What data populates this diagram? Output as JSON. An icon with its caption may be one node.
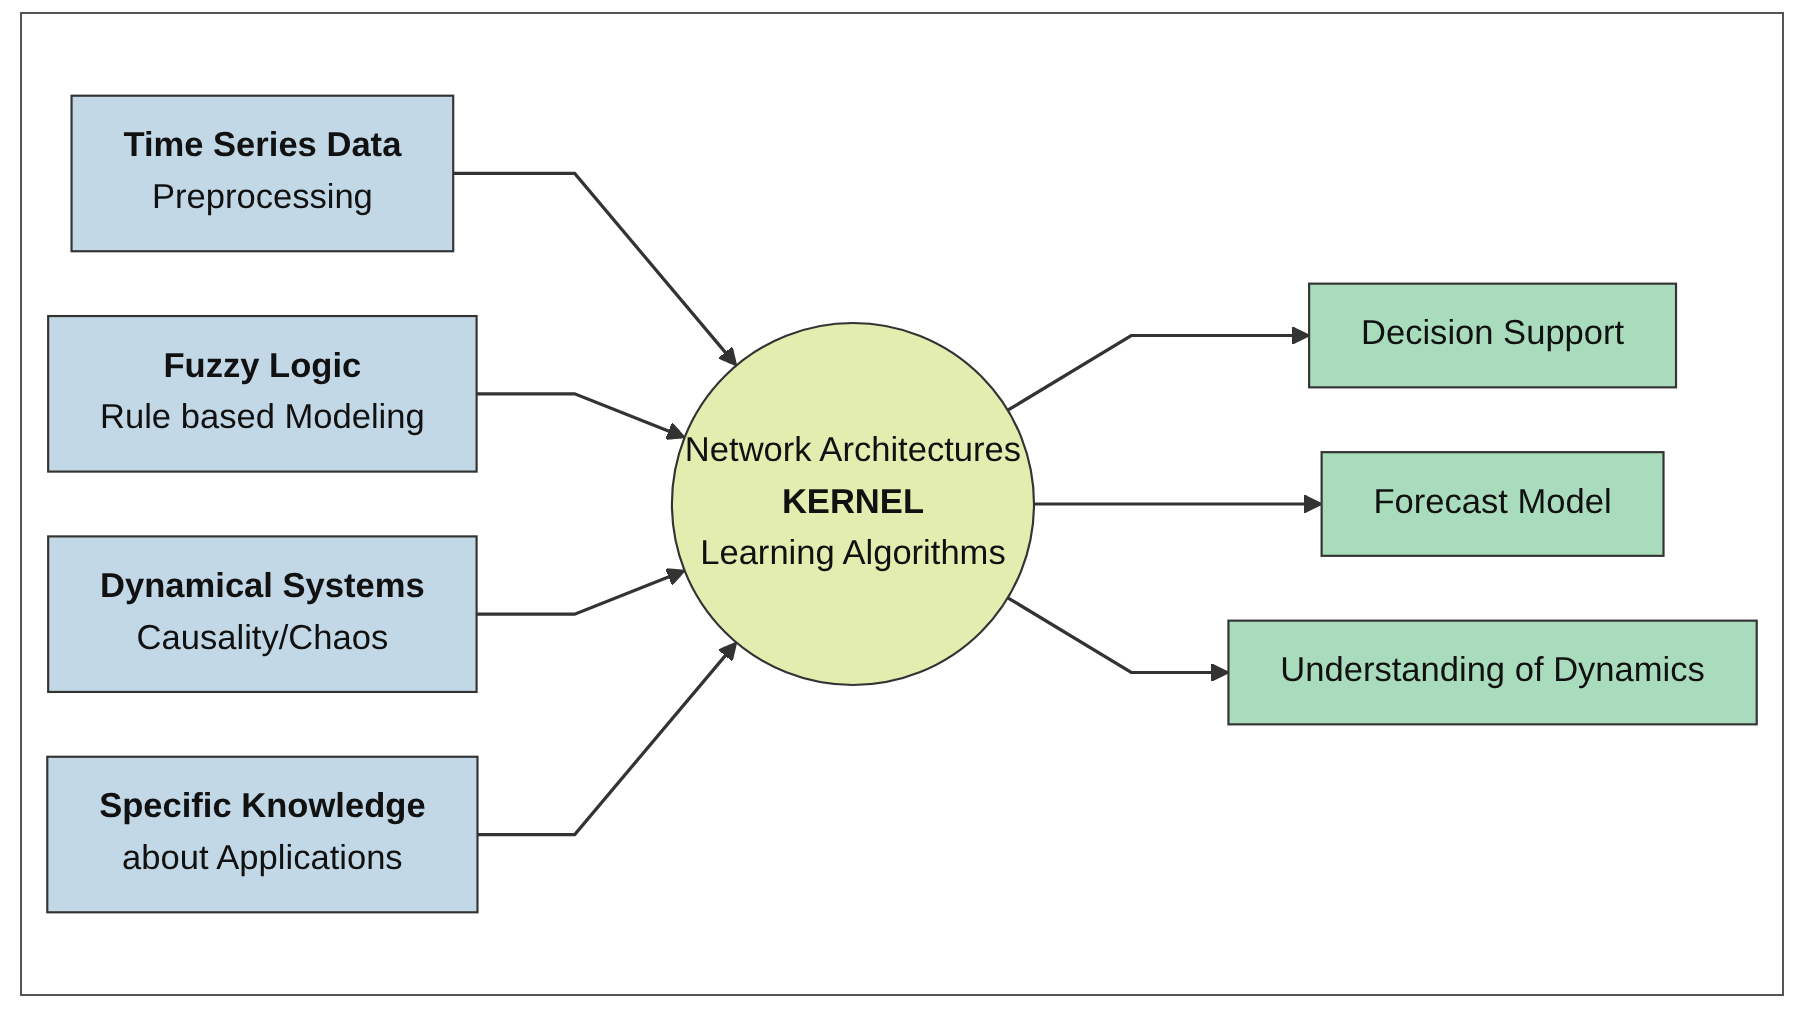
{
  "diagram": {
    "nodes": [
      {
        "text": [
          "Time Series Data",
          "Preprocessing"
        ]
      },
      {
        "text": [
          "Fuzzy Logic",
          "Rule based Modeling"
        ]
      },
      {
        "text": [
          "Dynamical Systems",
          "Causality/Chaos"
        ]
      },
      {
        "text": [
          "Specific Knowledge",
          "about Applications"
        ]
      },
      {
        "text": [
          "Network Architectures",
          "KERNEL",
          "Learning Algorithms"
        ]
      },
      {
        "text": [
          "Decision Support"
        ]
      },
      {
        "text": [
          "Forecast Model"
        ]
      },
      {
        "text": [
          "Understanding of Dynamics"
        ]
      }
    ],
    "edges": [
      {
        "from": 0,
        "to": 4,
        "arrow": "to"
      },
      {
        "from": 1,
        "to": 4,
        "arrow": "to"
      },
      {
        "from": 2,
        "to": 4,
        "arrow": "to"
      },
      {
        "from": 3,
        "to": 4,
        "arrow": "to"
      },
      {
        "from": 4,
        "to": 5,
        "arrow": "to"
      },
      {
        "from": 4,
        "to": 6,
        "arrow": "to"
      },
      {
        "from": 4,
        "to": 7,
        "arrow": "to"
      }
    ]
  }
}
